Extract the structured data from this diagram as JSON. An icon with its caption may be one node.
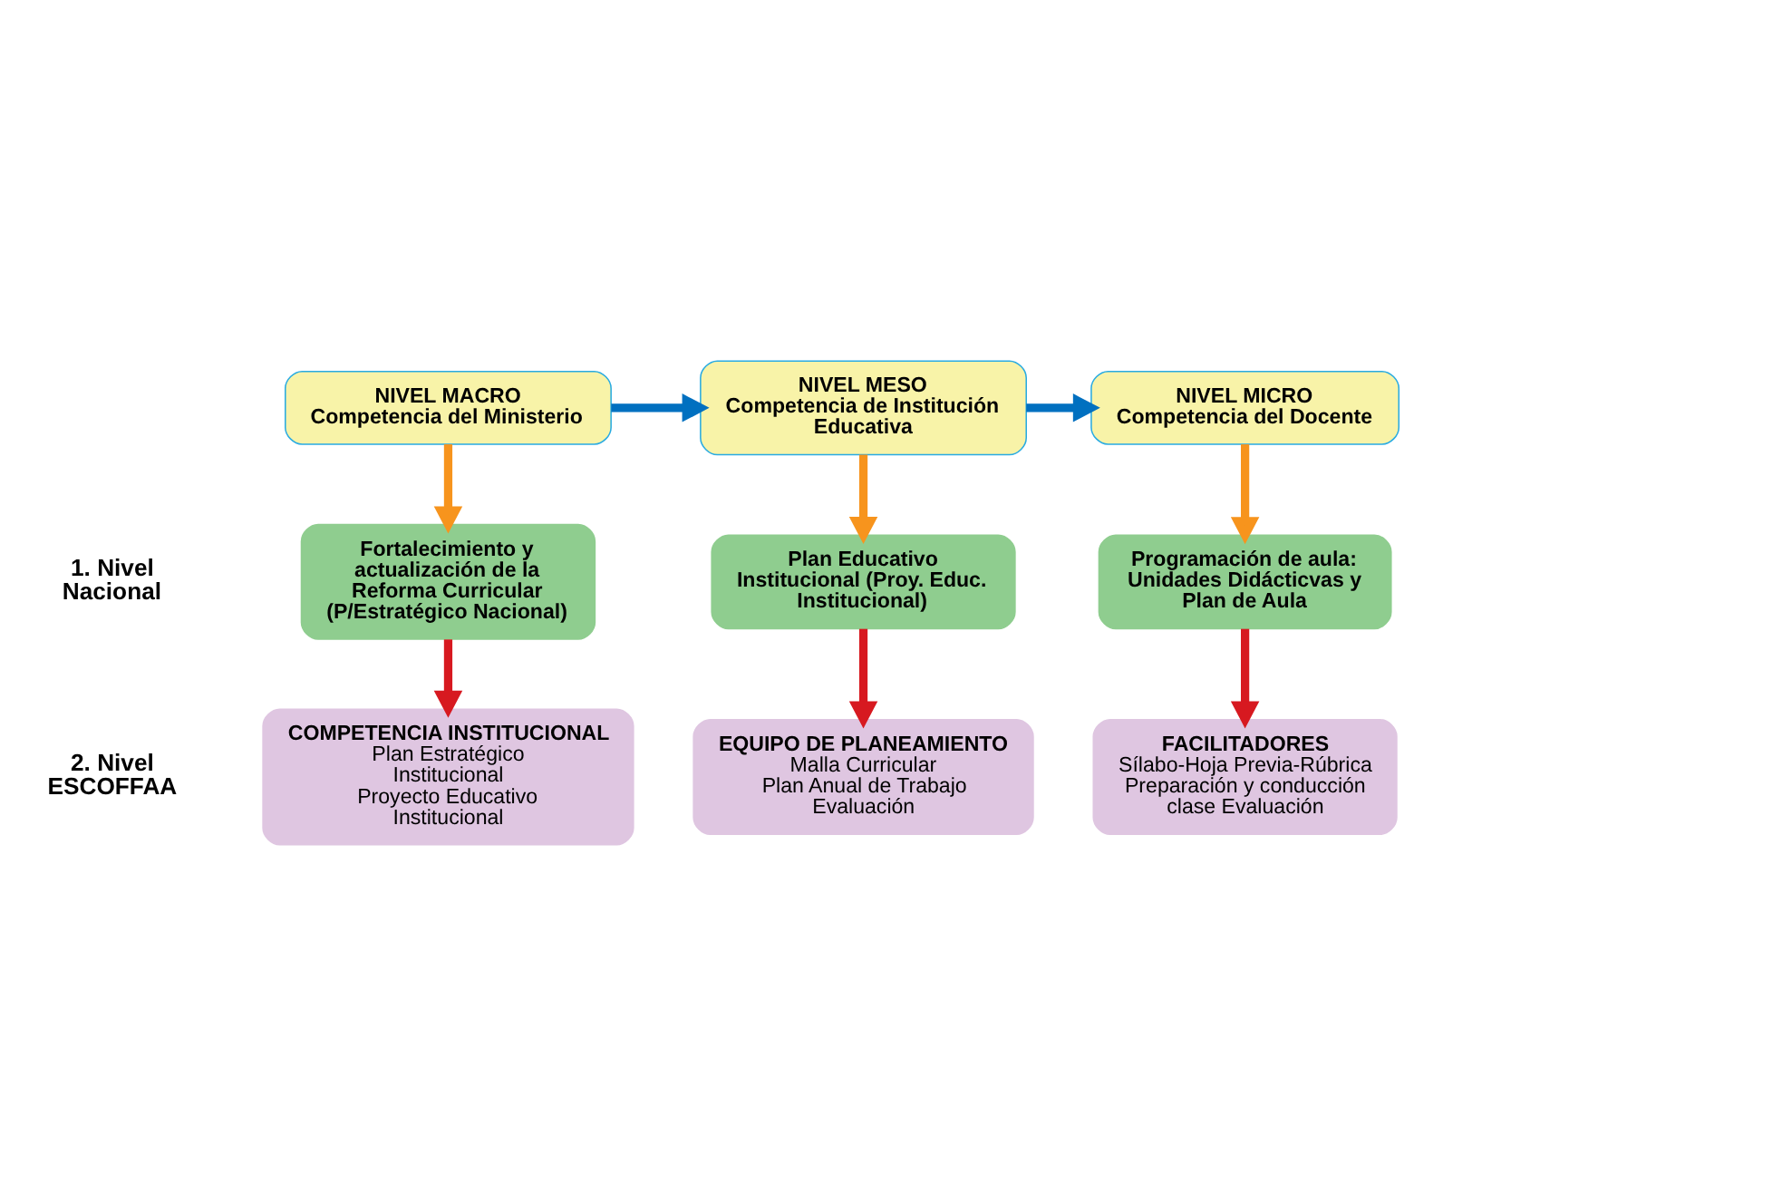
{
  "diagram": {
    "nodes": [
      {
        "text": [
          "NIVEL MACRO",
          "Competencia del Ministerio"
        ]
      },
      {
        "text": [
          "NIVEL MESO",
          "Competencia de Institución Educativa"
        ]
      },
      {
        "text": [
          "NIVEL MICRO",
          "Competencia del Docente"
        ]
      },
      {
        "text": [
          "Fortalecimiento y actualización de la Reforma Curricular (P/Estratégico Nacional)"
        ]
      },
      {
        "text": [
          "Plan Educativo Institucional (Proy. Educ. Institucional)"
        ]
      },
      {
        "text": [
          "Programación de aula: Unidades Didácticvas y Plan de Aula"
        ]
      },
      {
        "text": [
          "COMPETENCIA INSTITUCIONAL",
          "Plan Estratégico Institucional",
          "Proyecto Educativo Institucional"
        ]
      },
      {
        "text": [
          "EQUIPO DE PLANEAMIENTO",
          "Malla Curricular",
          "Plan Anual de Trabajo",
          "Evaluación"
        ]
      },
      {
        "text": [
          "FACILITADORES",
          "Sílabo-Hoja Previa-Rúbrica",
          "Preparación y conducción clase Evaluación"
        ]
      }
    ],
    "edges": [
      {
        "from": 0,
        "to": 1,
        "arrow": "to",
        "color": "#0070c0"
      },
      {
        "from": 1,
        "to": 2,
        "arrow": "to",
        "color": "#0070c0"
      },
      {
        "from": 0,
        "to": 3,
        "arrow": "to",
        "color": "#f7941d"
      },
      {
        "from": 1,
        "to": 4,
        "arrow": "to",
        "color": "#f7941d"
      },
      {
        "from": 2,
        "to": 5,
        "arrow": "to",
        "color": "#f7941d"
      },
      {
        "from": 3,
        "to": 6,
        "arrow": "to",
        "color": "#d71920"
      },
      {
        "from": 4,
        "to": 7,
        "arrow": "to",
        "color": "#d71920"
      },
      {
        "from": 5,
        "to": 8,
        "arrow": "to",
        "color": "#d71920"
      }
    ],
    "labels": [
      "1. Nivel Nacional",
      "2. Nivel ESCOFFAA"
    ]
  }
}
